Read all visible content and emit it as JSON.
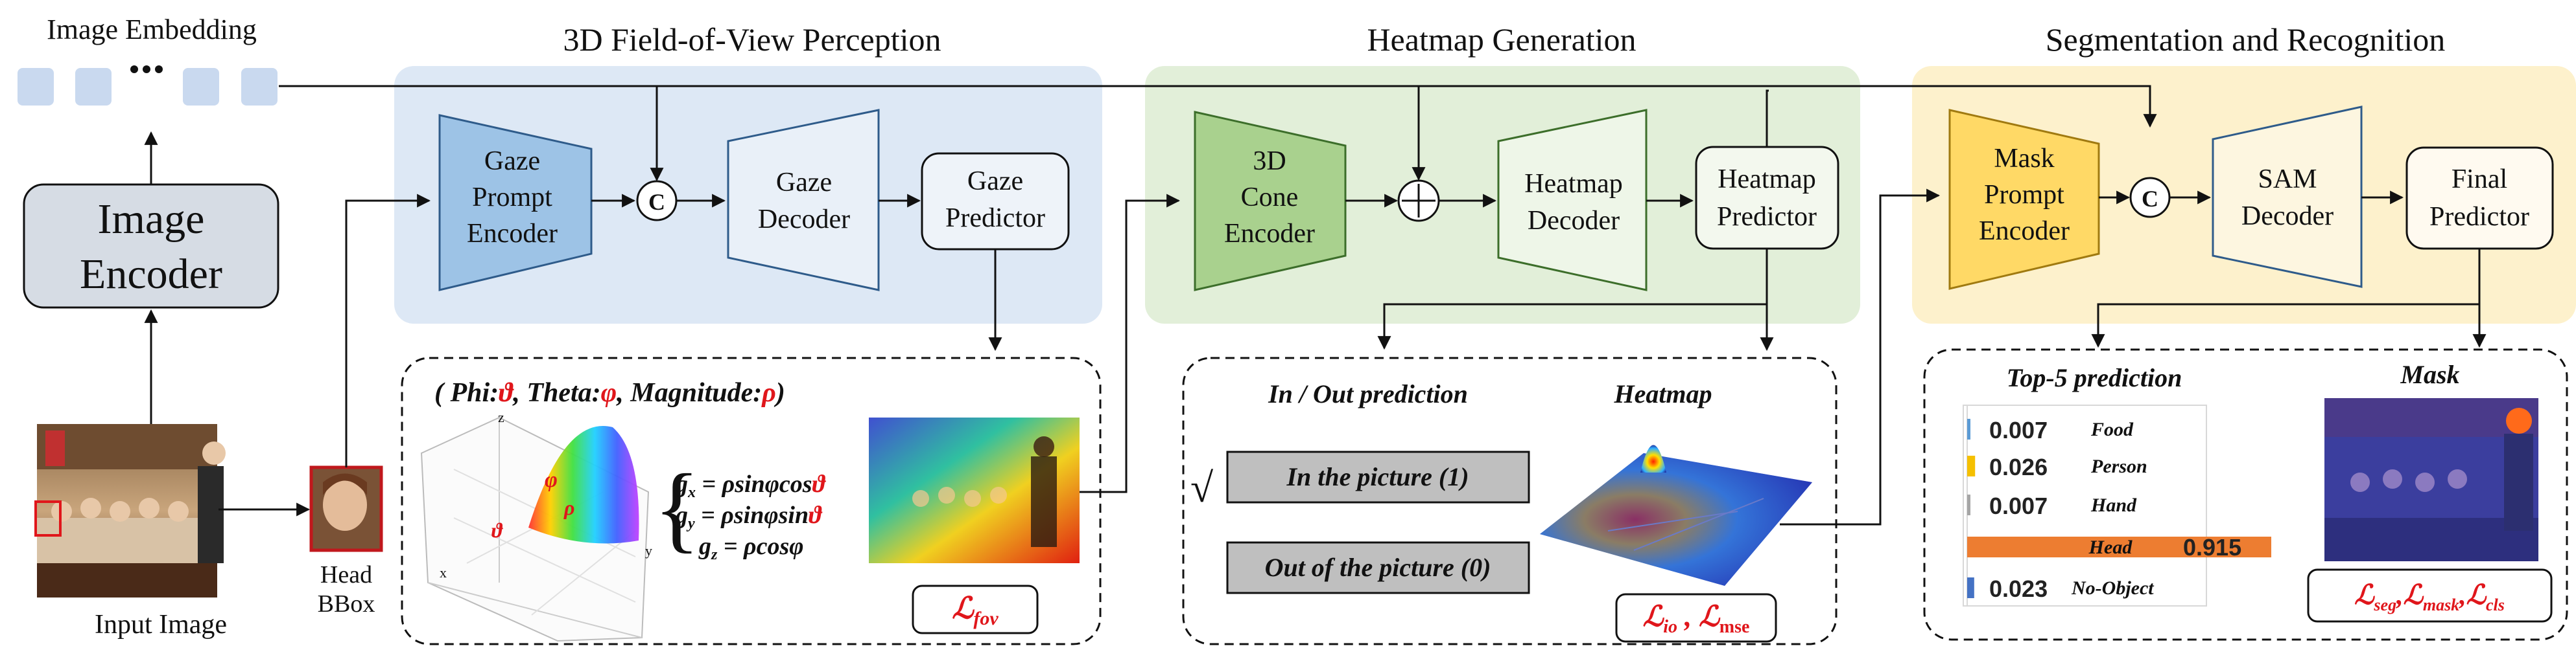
{
  "input": {
    "image_embedding_label": "Image Embedding",
    "image_encoder_line1": "Image",
    "image_encoder_line2": "Encoder",
    "input_image_label": "Input Image",
    "head_bbox_line1": "Head",
    "head_bbox_line2": "BBox"
  },
  "fov": {
    "title": "3D Field-of-View Perception",
    "gaze_prompt_encoder": [
      "Gaze",
      "Prompt",
      "Encoder"
    ],
    "concat_symbol": "C",
    "gaze_decoder": [
      "Gaze",
      "Decoder"
    ],
    "gaze_predictor": [
      "Gaze",
      "Predictor"
    ],
    "param_open": "( ",
    "phi_label": "Phi:",
    "phi_symbol": "ϑ",
    "theta_label": ", Theta:",
    "theta_symbol": "φ",
    "mag_label": ", Magnitude:",
    "mag_symbol": "ρ",
    "param_close": ")",
    "axis_z": "z",
    "axis_x": "x",
    "axis_y": "y",
    "plot_phi": "φ",
    "plot_rho": "ρ",
    "plot_theta": "ϑ",
    "eq_gx": "g",
    "eq_gx_sub": "x",
    "eq_gx_rhs": " = ρsinφcos",
    "eq_gx_end": "ϑ",
    "eq_gy": "g",
    "eq_gy_sub": "y",
    "eq_gy_rhs": " = ρsinφsin",
    "eq_gy_end": "ϑ",
    "eq_gz": "g",
    "eq_gz_sub": "z",
    "eq_gz_rhs": " = ρcosφ",
    "loss_main": "ℒ",
    "loss_sub": "fov"
  },
  "heatmap": {
    "title": "Heatmap Generation",
    "cone_encoder": [
      "3D",
      "Cone",
      "Encoder"
    ],
    "add_symbol": "+",
    "heatmap_decoder": [
      "Heatmap",
      "Decoder"
    ],
    "heatmap_predictor": [
      "Heatmap",
      "Predictor"
    ],
    "inout_title": "In / Out prediction",
    "check_mark": "√",
    "in_picture": "In the picture (1)",
    "out_picture": "Out of the picture (0)",
    "heatmap_label": "Heatmap",
    "loss_io_main": "ℒ",
    "loss_io_sub": "io",
    "loss_sep": " , ",
    "loss_mse_main": "ℒ",
    "loss_mse_sub": "mse"
  },
  "seg": {
    "title": "Segmentation and Recognition",
    "mask_prompt_encoder": [
      "Mask",
      "Prompt",
      "Encoder"
    ],
    "concat_symbol": "C",
    "sam_decoder": [
      "SAM",
      "Decoder"
    ],
    "final_predictor": [
      "Final",
      "Predictor"
    ],
    "top5_title": "Top-5 prediction",
    "mask_label": "Mask",
    "loss_seg_main": "ℒ",
    "loss_seg_sub": "seg",
    "loss_mask_main": "ℒ",
    "loss_mask_sub": "mask",
    "loss_cls_main": "ℒ",
    "loss_cls_sub": "cls",
    "loss_comma": ",",
    "predictions": [
      {
        "value": "0.007",
        "label": "Food",
        "score": 0.007,
        "color": "#5b9bd5"
      },
      {
        "value": "0.026",
        "label": "Person",
        "score": 0.026,
        "color": "#f5c000"
      },
      {
        "value": "0.007",
        "label": "Hand",
        "score": 0.007,
        "color": "#a5a5a5"
      },
      {
        "value": "0.915",
        "label": "Head",
        "score": 0.915,
        "color": "#ed7d31"
      },
      {
        "value": "0.023",
        "label": "No-Object",
        "score": 0.023,
        "color": "#4472c4"
      }
    ]
  },
  "colors": {
    "blue_panel": "#dde8f5",
    "green_panel": "#e2efd9",
    "yellow_panel": "#fdf1cc",
    "gaze_prompt_fill": "#9dc3e6",
    "cone_fill": "#a9d18e",
    "mask_prompt_fill": "#ffd966",
    "accent_red": "#e0161b"
  }
}
